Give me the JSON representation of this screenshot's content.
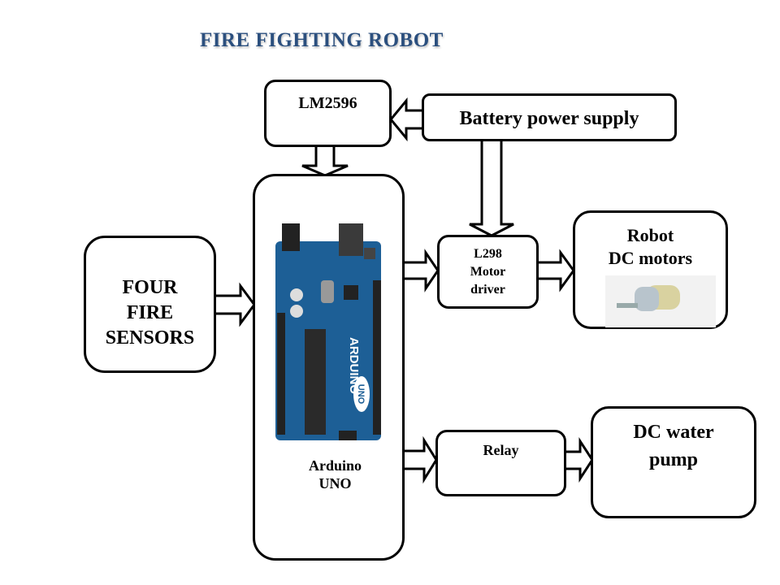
{
  "title": "FIRE FIGHTING ROBOT",
  "blocks": {
    "lm2596": {
      "label": "LM2596"
    },
    "battery": {
      "label": "Battery power supply"
    },
    "sensors": {
      "line1": "FOUR",
      "line2": "FIRE",
      "line3": "SENSORS"
    },
    "arduino": {
      "line1": "Arduino",
      "line2": "UNO",
      "board_text": "ARDUINO",
      "board_sub": "UNO"
    },
    "l298": {
      "line1": "L298",
      "line2": "Motor",
      "line3": "driver"
    },
    "motors": {
      "line1": "Robot",
      "line2": "DC motors"
    },
    "relay": {
      "label": "Relay"
    },
    "pump": {
      "line1": "DC water",
      "line2": "pump"
    }
  },
  "connections": [
    {
      "from": "Battery power supply",
      "to": "LM2596"
    },
    {
      "from": "LM2596",
      "to": "Arduino UNO"
    },
    {
      "from": "Battery power supply",
      "to": "L298 Motor driver"
    },
    {
      "from": "FOUR FIRE SENSORS",
      "to": "Arduino UNO"
    },
    {
      "from": "Arduino UNO",
      "to": "L298 Motor driver"
    },
    {
      "from": "L298 Motor driver",
      "to": "Robot DC motors"
    },
    {
      "from": "Arduino UNO",
      "to": "Relay"
    },
    {
      "from": "Relay",
      "to": "DC water pump"
    }
  ],
  "colors": {
    "title": "#2b4f7e",
    "board": "#1d5f96"
  }
}
